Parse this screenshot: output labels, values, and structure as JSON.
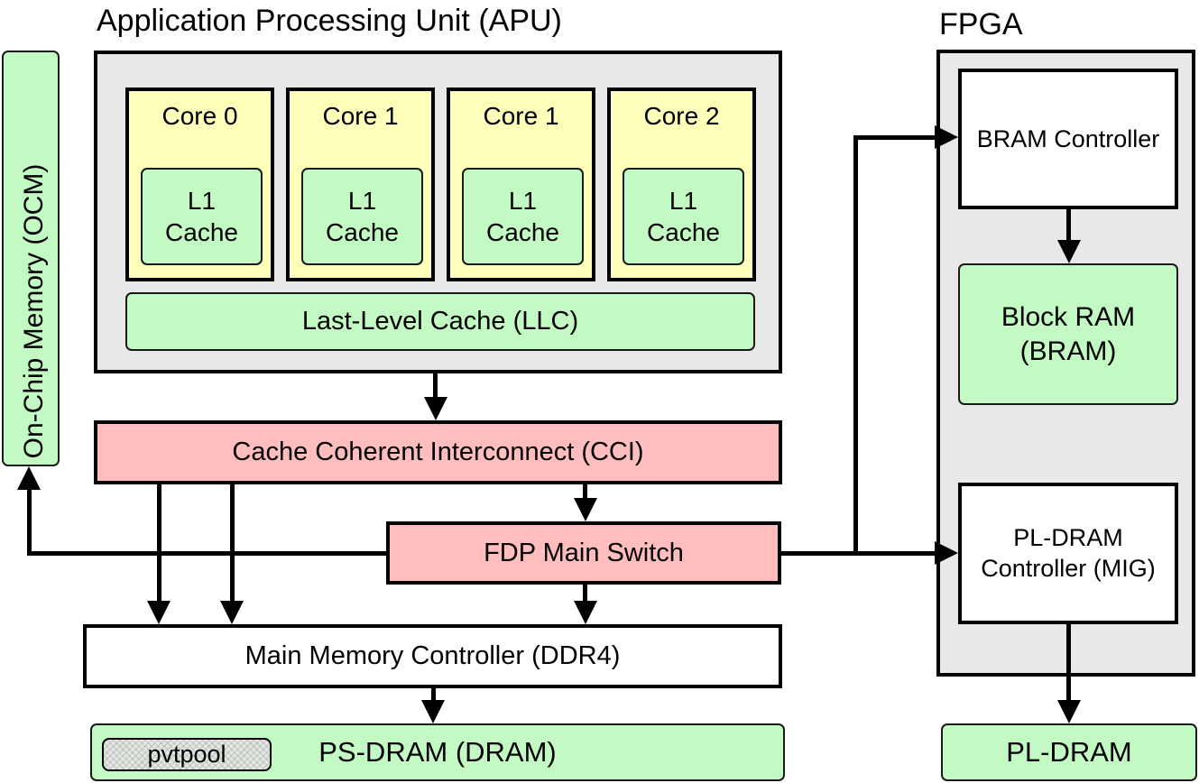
{
  "diagram": {
    "apu_title": "Application Processing Unit (APU)",
    "fpga_title": "FPGA",
    "ocm_label": "On-Chip Memory (OCM)",
    "cores": [
      {
        "name": "Core 0",
        "l1": "L1\nCache"
      },
      {
        "name": "Core 1",
        "l1": "L1\nCache"
      },
      {
        "name": "Core 1",
        "l1": "L1\nCache"
      },
      {
        "name": "Core 2",
        "l1": "L1\nCache"
      }
    ],
    "llc_label": "Last-Level Cache (LLC)",
    "cci_label": "Cache Coherent Interconnect (CCI)",
    "fdp_label": "FDP Main Switch",
    "mmc_label": "Main Memory Controller (DDR4)",
    "ps_dram_label": "PS-DRAM (DRAM)",
    "pvtpool_label": "pvtpool",
    "fpga": {
      "bram_controller_label": "BRAM Controller",
      "bram_label": "Block RAM\n(BRAM)",
      "pl_dram_controller_label": "PL-DRAM\nController (MIG)"
    },
    "pl_dram_label": "PL-DRAM",
    "colors": {
      "green": "#c3fac3",
      "yellow": "#ffffba",
      "pink": "#ffbdbd",
      "gray": "#e8e8e8",
      "pvtpool_gray": "#e3e8e3",
      "line": "#000000"
    }
  }
}
